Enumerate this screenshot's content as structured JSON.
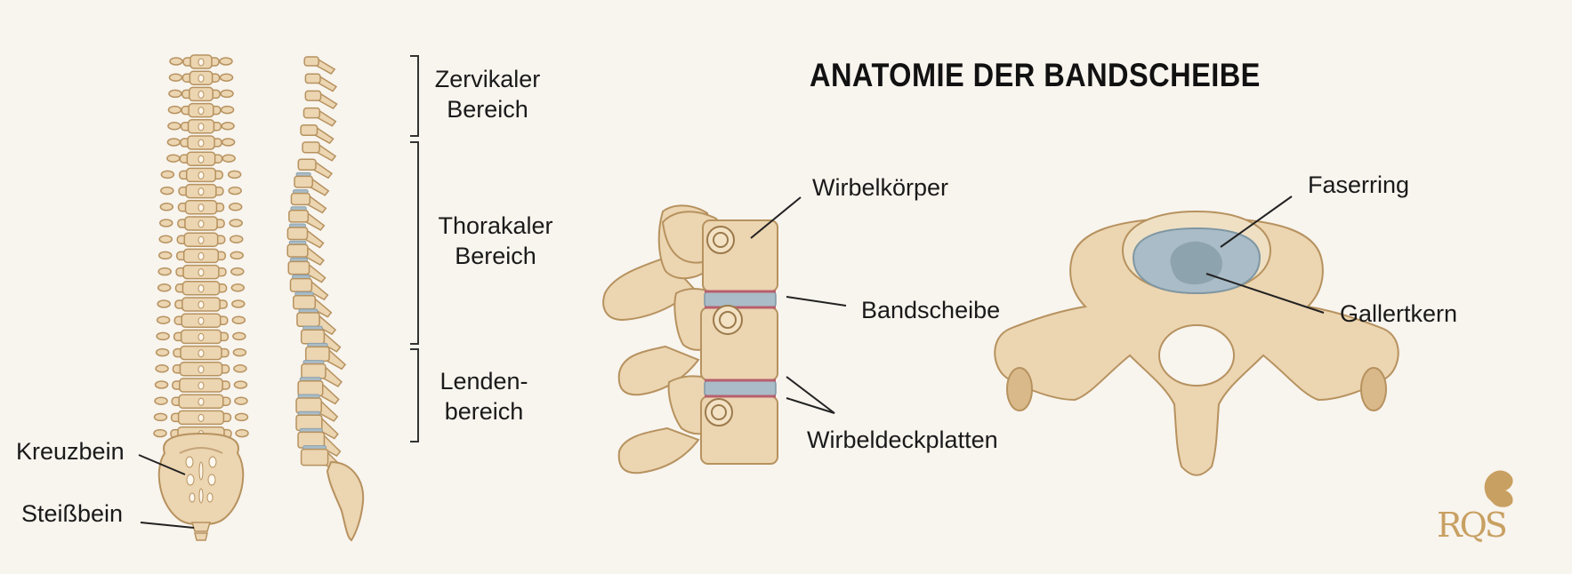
{
  "title": "ANATOMIE DER BANDSCHEIBE",
  "regions": {
    "cervical": [
      "Zervikaler",
      "Bereich"
    ],
    "thoracic": [
      "Thorakaler",
      "Bereich"
    ],
    "lumbar": [
      "Lenden-",
      "bereich"
    ]
  },
  "spine_labels": {
    "sacrum": "Kreuzbein",
    "coccyx": "Steißbein"
  },
  "segment_labels": {
    "vertebral_body": "Wirbelkörper",
    "disc": "Bandscheibe",
    "end_plates": "Wirbeldeckplatten"
  },
  "disc_labels": {
    "annulus": "Faserring",
    "nucleus": "Gallertkern"
  },
  "logo": "RQS",
  "colors": {
    "background": "#f8f4ee",
    "bone": "#ecd5b1",
    "bone_outline": "#b6925f",
    "disc": "#a9bcc7",
    "end_plate": "#b85f6e",
    "nucleus": "#8da3ad",
    "logo": "#c8a062"
  }
}
